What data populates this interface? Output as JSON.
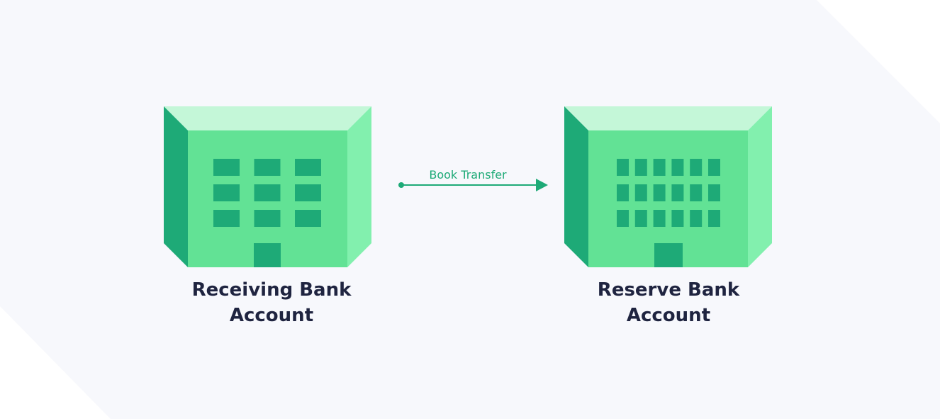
{
  "colors": {
    "background_panel": "#f7f8fc",
    "building_top": "#c4f7d8",
    "building_front": "#62e295",
    "building_left_side": "#1eaa77",
    "building_right_side": "#82f0ae",
    "windows_and_door": "#1eaa77",
    "arrow": "#1eaa77",
    "text": "#1f2440"
  },
  "nodes": [
    {
      "id": "receiving",
      "icon": "building-icon",
      "label_lines": [
        "Receiving Bank",
        "Account"
      ],
      "window_grid": {
        "rows": 3,
        "columns": 3
      }
    },
    {
      "id": "reserve",
      "icon": "building-icon",
      "label_lines": [
        "Reserve Bank",
        "Account"
      ],
      "window_grid": {
        "rows": 3,
        "columns": 6
      }
    }
  ],
  "edges": [
    {
      "from": "receiving",
      "to": "reserve",
      "label": "Book Transfer"
    }
  ]
}
